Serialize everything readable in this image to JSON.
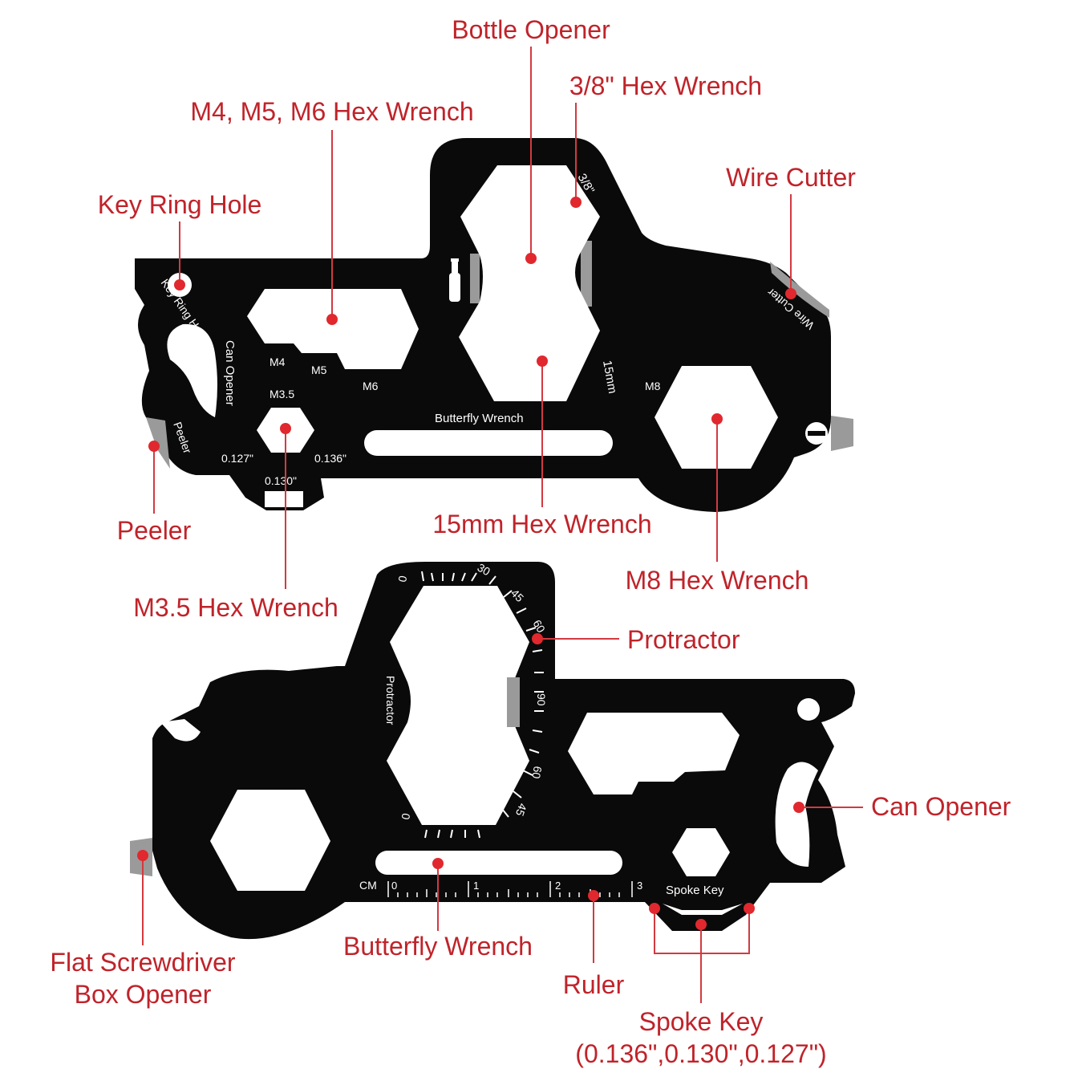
{
  "colors": {
    "callout": "#c0232a",
    "dot": "#e0282e",
    "tool_body": "#0a0a0a",
    "engraving": "#ffffff",
    "edge": "#9a9a9a"
  },
  "top_view": {
    "callouts": {
      "bottle_opener": "Bottle Opener",
      "hex_3_8": "3/8\" Hex Wrench",
      "m4_m5_m6": "M4, M5, M6 Hex Wrench",
      "wire_cutter": "Wire Cutter",
      "key_ring_hole": "Key Ring Hole",
      "peeler": "Peeler",
      "hex_15mm": "15mm Hex Wrench",
      "m8": "M8 Hex Wrench",
      "m35": "M3.5 Hex Wrench"
    },
    "engravings": {
      "key_ring": "Key Ring Hole",
      "can_opener": "Can Opener",
      "peeler": "Peeler",
      "m4": "M4",
      "m5": "M5",
      "m6": "M6",
      "m35": "M3.5",
      "butterfly": "Butterfly Wrench",
      "m8": "M8",
      "size_3_8": "3/8\"",
      "size_15mm": "15mm",
      "wire_cutter": "Wire Cutter",
      "spoke_127": "0.127\"",
      "spoke_136": "0.136\"",
      "spoke_130": "0.130\""
    }
  },
  "bottom_view": {
    "callouts": {
      "protractor": "Protractor",
      "can_opener": "Can Opener",
      "flat_screwdriver": "Flat Screwdriver",
      "box_opener": "Box Opener",
      "butterfly": "Butterfly Wrench",
      "ruler": "Ruler",
      "spoke_key": "Spoke Key",
      "spoke_sizes": "(0.136\",0.130\",0.127\")"
    },
    "engravings": {
      "protractor": "Protractor",
      "spoke_key": "Spoke Key",
      "cm": "CM",
      "ruler_marks": [
        "0",
        "1",
        "2",
        "3"
      ],
      "angles_top": [
        "0",
        "30",
        "45",
        "60",
        "90"
      ],
      "angles_bottom": [
        "60",
        "45",
        "0"
      ]
    }
  }
}
